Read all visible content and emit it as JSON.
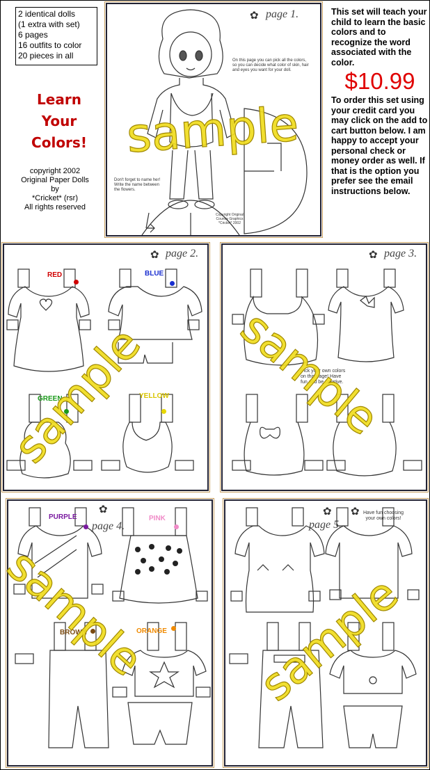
{
  "info_box": {
    "lines": [
      "2 identical dolls",
      "(1 extra with set)",
      "6 pages",
      "16 outfits to color",
      "20 pieces in all"
    ]
  },
  "title": {
    "lines": [
      "Learn",
      "Your",
      "Colors!"
    ]
  },
  "copyright": {
    "lines": [
      "copyright 2002",
      "Original Paper Dolls",
      "by",
      "*Cricket* (rsr)",
      "All rights reserved"
    ]
  },
  "description": {
    "intro": "This set will teach your child to learn the basic colors and to recognize the word associated with the color.",
    "price": "$10.99",
    "order_text": "To order this set using your credit card you may click on the add to cart button below. I am happy to accept your personal check or money order as well. If that is the option you prefer see the email instructions below."
  },
  "watermark": "sample",
  "page1": {
    "label": "page 1.",
    "note_color": "On this page you can pick all the colors, so you can decide what color of skin, hair and eyes you want for your doll.",
    "note_name": "Don't forget to name her! Write the name between the flowers.",
    "footer": "Copyright Original Country Graphics *Cricket* 2002"
  },
  "page2": {
    "label": "page 2.",
    "colors": [
      {
        "name": "RED",
        "hex": "#d00000"
      },
      {
        "name": "BLUE",
        "hex": "#1a2fd0"
      },
      {
        "name": "GREEN",
        "hex": "#1a9a1a"
      },
      {
        "name": "YELLOW",
        "hex": "#e8d800"
      }
    ]
  },
  "page3": {
    "label": "page 3.",
    "note": "Pick your own colors on this page! Have fun and be creative."
  },
  "page4": {
    "label": "page 4.",
    "colors": [
      {
        "name": "PURPLE",
        "hex": "#7a1aa0"
      },
      {
        "name": "PINK",
        "hex": "#f08cc8"
      },
      {
        "name": "BROWN",
        "hex": "#7a4a10"
      },
      {
        "name": "ORANGE",
        "hex": "#f08a00"
      }
    ]
  },
  "page5": {
    "label": "page 5.",
    "note": "Have fun choosing your own colors!"
  }
}
